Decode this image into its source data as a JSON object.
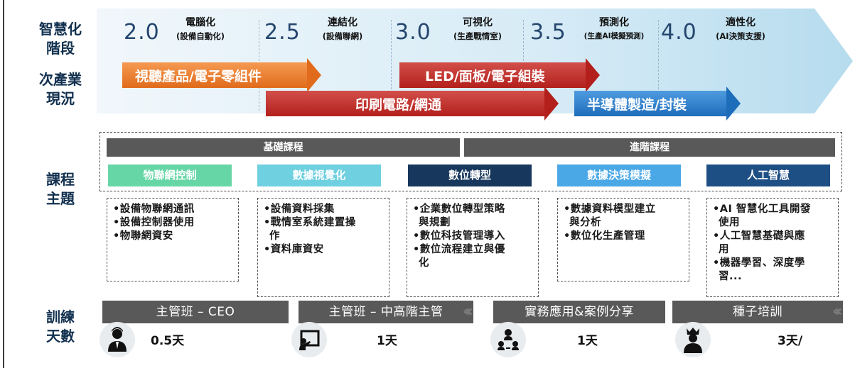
{
  "labels": {
    "stage": "智慧化\n階段",
    "industry": "次產業\n現況",
    "topic": "課程\n主題",
    "days": "訓練\n天數"
  },
  "stages": [
    {
      "num": "2.0",
      "title": "電腦化",
      "sub": "(設備自動化)"
    },
    {
      "num": "2.5",
      "title": "連結化",
      "sub": "(設備聯網)"
    },
    {
      "num": "3.0",
      "title": "可視化",
      "sub": "(生產戰情室)"
    },
    {
      "num": "3.5",
      "title": "預測化",
      "sub": "(生產AI模擬預測)"
    },
    {
      "num": "4.0",
      "title": "適性化",
      "sub": "(AI決策支援)"
    }
  ],
  "industries": [
    "視聽產品/電子零組件",
    "LED/面板/電子組裝",
    "印刷電路/網通",
    "半導體製造/封裝"
  ],
  "course_groups": {
    "basic": "基礎課程",
    "advanced": "進階課程"
  },
  "courses": [
    {
      "title": "物聯網控制",
      "color": "#67d6a6",
      "items": [
        "•設備物聯網通訊",
        "•設備控制器使用",
        "•物聯網資安"
      ]
    },
    {
      "title": "數據視覺化",
      "color": "#6fd0e0",
      "items": [
        "•設備資料採集",
        "•戰情室系統建置操",
        "  作",
        "•資料庫資安"
      ]
    },
    {
      "title": "數位轉型",
      "color": "#17385c",
      "items": [
        "•企業數位轉型策略",
        "  與規劃",
        "•數位科技管理導入",
        "•數位流程建立與優",
        "  化"
      ]
    },
    {
      "title": "數據決策模擬",
      "color": "#4aa8e6",
      "items": [
        "•數據資料模型建立",
        "  與分析",
        "•數位化生產管理"
      ]
    },
    {
      "title": "人工智慧",
      "color": "#1d4f85",
      "items": [
        "•AI 智慧化工具開發",
        "  使用",
        "•人工智慧基礎與應",
        "  用",
        "•機器學習、深度學",
        "  習..."
      ]
    }
  ],
  "training": [
    {
      "name": "主管班 – CEO",
      "days": "0.5天",
      "icon": "manager-icon"
    },
    {
      "name": "主管班 – 中高階主管",
      "days": "1天",
      "icon": "presentation-icon"
    },
    {
      "name": "實務應用&案例分享",
      "days": "1天",
      "icon": "network-people-icon"
    },
    {
      "name": "種子培訓",
      "days": "3天/",
      "icon": "crown-person-icon"
    }
  ],
  "colors": {
    "navy": "#12304f",
    "band": "#cfe6f3",
    "orange": "#e06b1c",
    "red": "#b3201c",
    "blue": "#1e6dbb",
    "gray": "#595959"
  }
}
